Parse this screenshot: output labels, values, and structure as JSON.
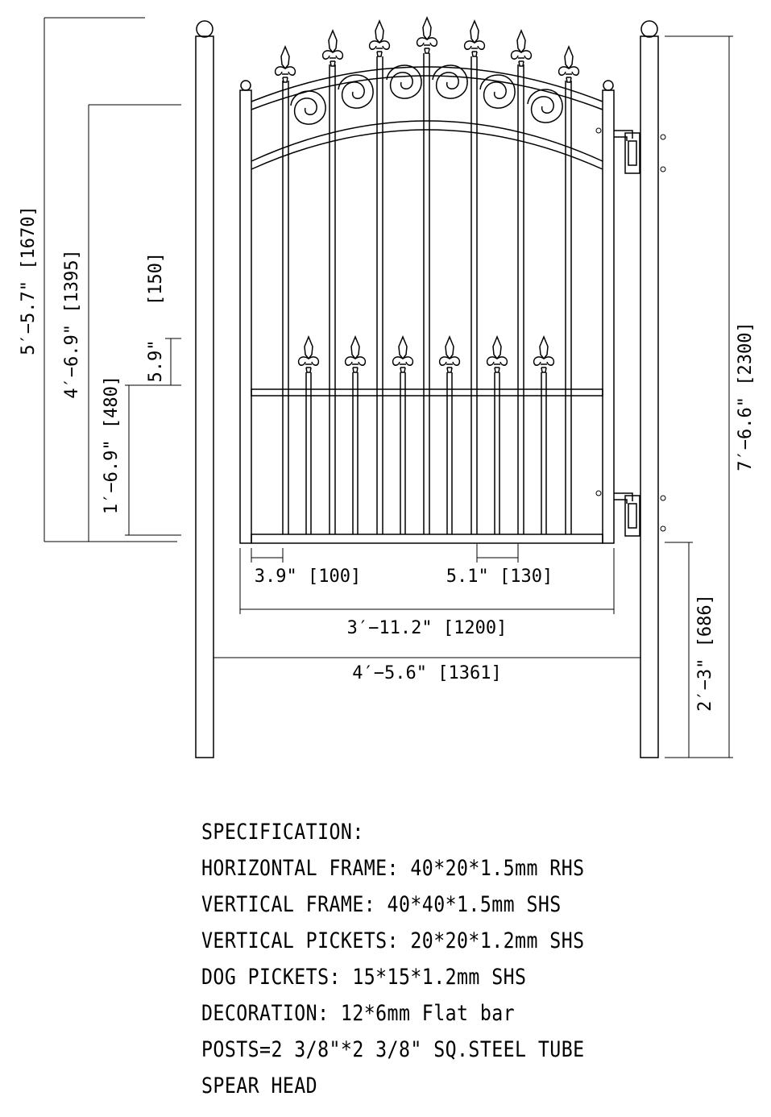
{
  "dimensions": {
    "overall_left_height": "5′−5.7\"  [1670]",
    "gate_height": "4′−6.9\"  [1395]",
    "spear_height_offset": "[150]",
    "spear_height_offset_imperial": "5.9\"",
    "dog_rail_height": "1′−6.9\"  [480]",
    "post_height": "7′−6.6\"  [2300]",
    "post_ground_height": "2′−3\"  [686]",
    "bottom_gap": "3.9\"  [100]",
    "picket_spacing": "5.1\"  [130]",
    "gate_width": "3′−11.2\"  [1200]",
    "post_span": "4′−5.6\"  [1361]"
  },
  "specification": {
    "title": "SPECIFICATION:",
    "lines": [
      "HORIZONTAL FRAME:  40*20*1.5mm RHS",
      "VERTICAL FRAME:  40*40*1.5mm SHS",
      "VERTICAL PICKETS:  20*20*1.2mm SHS",
      "DOG PICKETS:  15*15*1.2mm SHS",
      "DECORATION:  12*6mm Flat bar",
      "POSTS=2 3/8\"*2 3/8\"  SQ.STEEL TUBE",
      "SPEAR HEAD"
    ]
  },
  "icons": {
    "spear": "spear-head-icon",
    "scroll": "scroll-decoration-icon",
    "hinge": "hinge-icon"
  }
}
